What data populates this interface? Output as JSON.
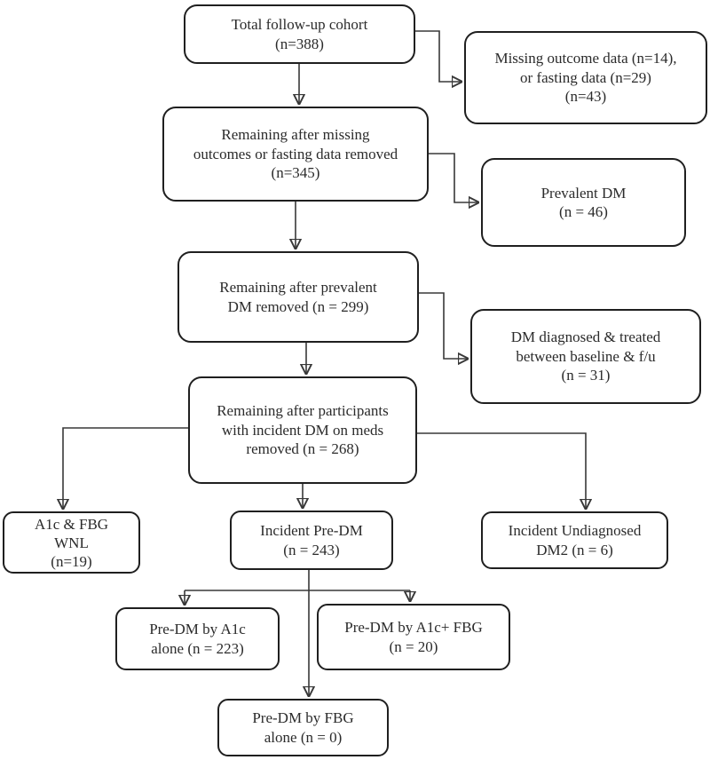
{
  "diagram": {
    "type": "cohort-flowchart",
    "nodes": [
      {
        "id": "total-cohort",
        "n": 388,
        "lines": [
          "Total follow-up cohort",
          "(n=388)"
        ]
      },
      {
        "id": "missing-data",
        "n": 43,
        "lines": [
          "Missing outcome data (n=14),",
          "or fasting data (n=29)",
          "(n=43)"
        ]
      },
      {
        "id": "remaining-after-missing",
        "n": 345,
        "lines": [
          "Remaining after missing",
          "outcomes or fasting data removed",
          "(n=345)"
        ]
      },
      {
        "id": "prevalent-dm",
        "n": 46,
        "lines": [
          "Prevalent DM",
          "(n = 46)"
        ]
      },
      {
        "id": "remaining-after-prevalent",
        "n": 299,
        "lines": [
          "Remaining after prevalent",
          "DM removed (n = 299)"
        ]
      },
      {
        "id": "dm-diagnosed-treated",
        "n": 31,
        "lines": [
          "DM diagnosed & treated",
          "between baseline & f/u",
          "(n = 31)"
        ]
      },
      {
        "id": "remaining-after-incident",
        "n": 268,
        "lines": [
          "Remaining after participants",
          "with incident DM on meds",
          "removed (n = 268)"
        ]
      },
      {
        "id": "a1c-fbg-wnl",
        "n": 19,
        "lines": [
          "A1c & FBG",
          "WNL",
          "(n=19)"
        ]
      },
      {
        "id": "incident-pre-dm",
        "n": 243,
        "lines": [
          "Incident Pre-DM",
          "(n = 243)"
        ]
      },
      {
        "id": "incident-undiagnosed-dm2",
        "n": 6,
        "lines": [
          "Incident Undiagnosed",
          "DM2 (n = 6)"
        ]
      },
      {
        "id": "pre-dm-a1c-alone",
        "n": 223,
        "lines": [
          "Pre-DM by A1c",
          "alone (n = 223)"
        ]
      },
      {
        "id": "pre-dm-a1c-plus-fbg",
        "n": 20,
        "lines": [
          "Pre-DM by A1c+ FBG",
          "(n = 20)"
        ]
      },
      {
        "id": "pre-dm-fbg-alone",
        "n": 0,
        "lines": [
          "Pre-DM by FBG",
          "alone (n = 0)"
        ]
      }
    ]
  }
}
